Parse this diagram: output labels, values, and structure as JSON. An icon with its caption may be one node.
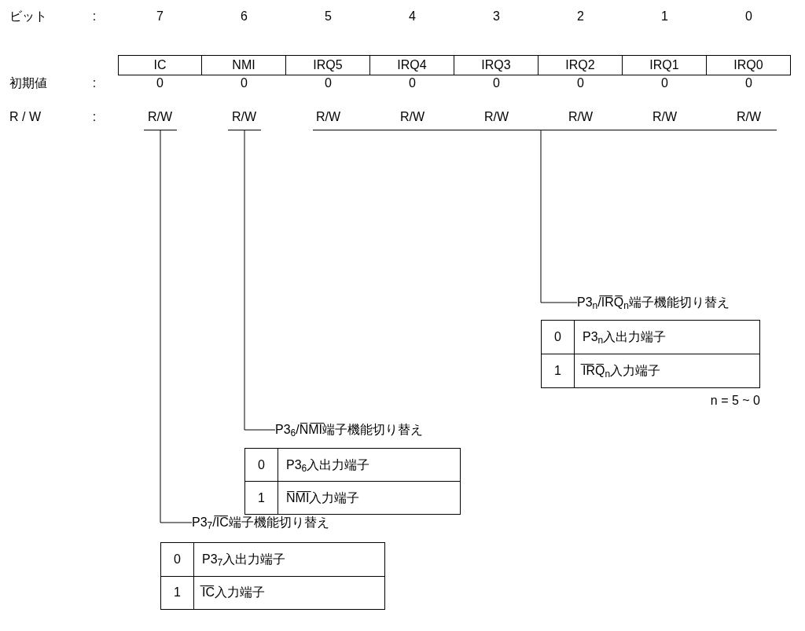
{
  "diagram": {
    "nodes": [
      {
        "text": [],
        "shape": "bar"
      },
      {
        "text": [],
        "shape": "bar"
      },
      {
        "text": [],
        "shape": "bar"
      },
      {
        "text": [
          "P3$_{n}$/I̅R̅Q̅$_{n}$端子機能切り替え"
        ]
      },
      {
        "text": [
          "0",
          "P3$_{n}$入出力端子",
          "1",
          "I̅R̅Q̅$_{n}$入力端子"
        ],
        "beside": [
          "n = 5 ~ 0"
        ]
      },
      {
        "text": [
          "P3$_{6}$/N̅M̅I̅端子機能切り替え"
        ]
      },
      {
        "text": [
          "0",
          "P3$_{6}$入出力端子",
          "1",
          "N̅M̅I̅入力端子"
        ]
      },
      {
        "text": [
          "P3$_{7}$/I̅C̅端子機能切り替え"
        ]
      },
      {
        "text": [
          "0",
          "P3$_{7}$入出力端子",
          "1",
          "I̅C̅入力端子"
        ]
      }
    ],
    "edges": [
      {
        "from": 2,
        "to": 3,
        "arrow": "none"
      },
      {
        "from": 1,
        "to": 5,
        "arrow": "none"
      },
      {
        "from": 0,
        "to": 7,
        "arrow": "none"
      }
    ],
    "labels": [
      "ビット",
      ":",
      "7",
      "6",
      "5",
      "4",
      "3",
      "2",
      "1",
      "0",
      "IC",
      "NMI",
      "IRQ5",
      "IRQ4",
      "IRQ3",
      "IRQ2",
      "IRQ1",
      "IRQ0",
      "初期値",
      ":",
      "0",
      "0",
      "0",
      "0",
      "0",
      "0",
      "0",
      "0",
      "R / W",
      ":",
      "R/W",
      "R/W",
      "R/W",
      "R/W",
      "R/W",
      "R/W",
      "R/W",
      "R/W"
    ]
  }
}
